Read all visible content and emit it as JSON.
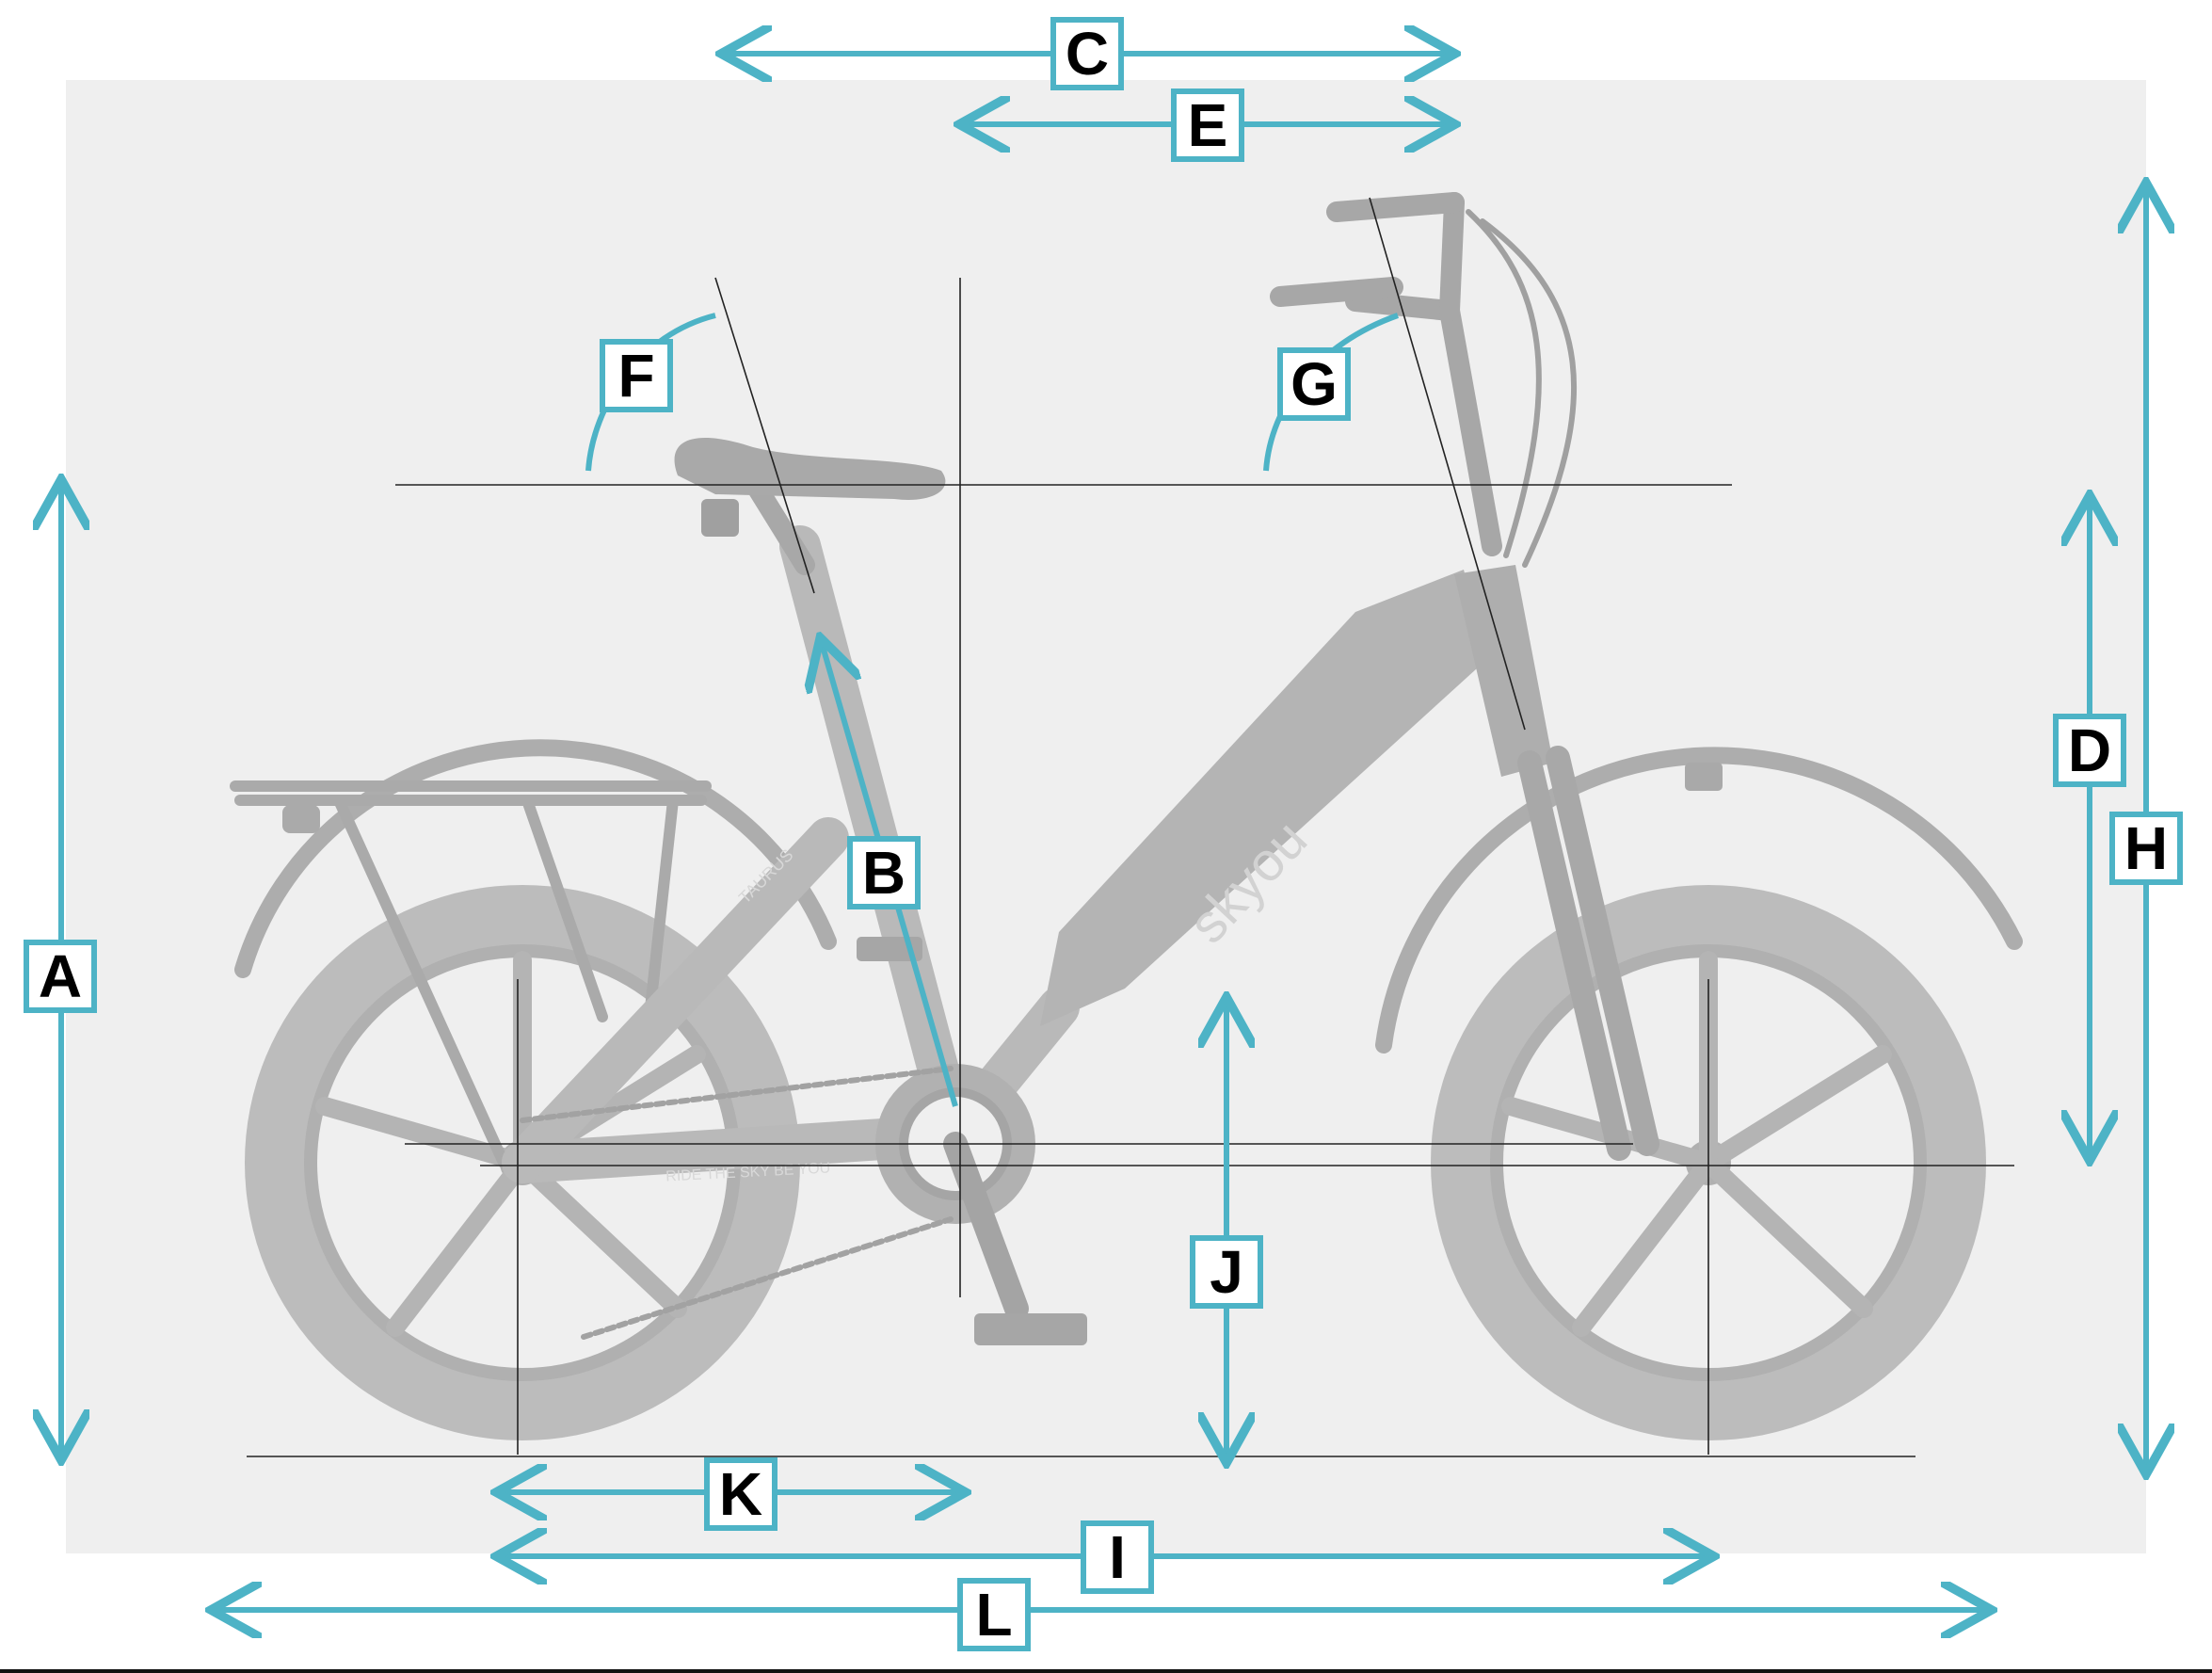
{
  "colors": {
    "accent": "#4db3c6",
    "bike": "#b9b9b9",
    "bike_dark": "#a4a4a4",
    "guide": "#222222",
    "background": "#efefef"
  },
  "brand": {
    "frame_text": "skyou",
    "seatstay_text": "TAURUS",
    "chainstay_text": "RIDE THE SKY BE YOU"
  },
  "labels": {
    "A": "A",
    "B": "B",
    "C": "C",
    "D": "D",
    "E": "E",
    "F": "F",
    "G": "G",
    "H": "H",
    "I": "I",
    "J": "J",
    "K": "K",
    "L": "L"
  }
}
